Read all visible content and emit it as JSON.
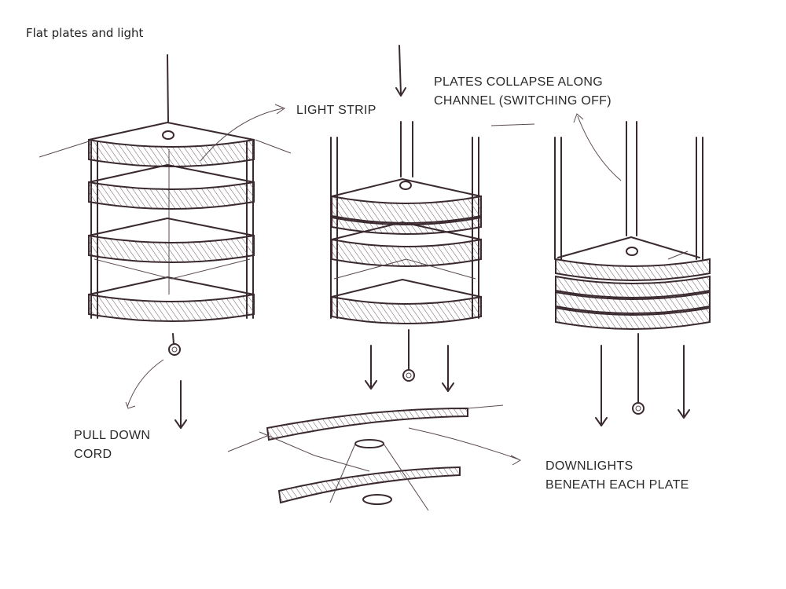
{
  "title": "Flat plates and light",
  "labels": {
    "light_strip": "LIGHT STRIP",
    "collapse_line1": "PLATES COLLAPSE ALONG",
    "collapse_line2": "CHANNEL (SWITCHING OFF)",
    "pull_line1": "PULL DOWN",
    "pull_line2": "CORD",
    "downlights_line1": "DOWNLIGHTS",
    "downlights_line2": "BENEATH EACH PLATE"
  },
  "colors": {
    "ink": "#3a2a30",
    "background": "#ffffff"
  }
}
